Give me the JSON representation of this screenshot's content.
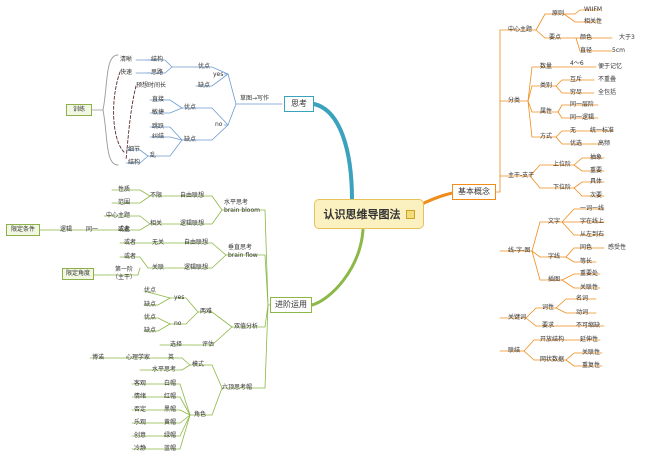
{
  "root": {
    "title": "认识思维导图法"
  },
  "branches": {
    "thinking": "思考",
    "basic": "基本概念",
    "advanced": "进阶运用"
  },
  "thinking": {
    "sketch_write": "草图→写作",
    "yes": "yes",
    "no": "no",
    "pro": "优点",
    "con": "缺点",
    "clear": "清晰",
    "structure": "结构",
    "fast": "快速",
    "idea": "思路",
    "preset": "预想时间长",
    "direct": "直接",
    "fast2": "敏捷",
    "jump": "跳跃",
    "entangle": "纠结",
    "detail": "细节",
    "messy": "乱",
    "structure2": "结构",
    "training": "训练"
  },
  "basic": {
    "center": "中心主题",
    "principle": "原则",
    "wiifm": "WIIFM",
    "relevance": "相关性",
    "key_points": "要点",
    "color": "颜色",
    "more3": "大于3",
    "diameter": "直径",
    "cm5": "5cm",
    "classify": "分类",
    "quantity": "数量",
    "range": "4～6",
    "memory": "便于记忆",
    "category": "类别",
    "mutex": "互斥",
    "no_overlap": "不重叠",
    "exhaust": "穷尽",
    "all_include": "全包括",
    "attribute": "属性",
    "same_level": "同一层阶",
    "same_logic": "同一逻辑",
    "method": "方式",
    "none": "无",
    "unify": "统一标准",
    "choose": "优选",
    "high_freq": "高频",
    "trunk": "主干-支干",
    "upper": "上位阶",
    "abstract": "抽象",
    "important": "重要",
    "lower": "下位阶",
    "concrete": "具体",
    "secondary": "次要",
    "line_word_pic": "线-字-图",
    "text": "文字",
    "one_word": "一词一线",
    "word_online": "字在线上",
    "left_right": "从左到右",
    "word_line": "字线",
    "same_color": "同色",
    "feel": "感受性",
    "equal_len": "等长",
    "illustration": "插图",
    "key_place": "重要处",
    "relate": "关联性",
    "keyword": "关键词",
    "part_speech": "词性",
    "noun": "名词",
    "verb": "动词",
    "require": "要求",
    "no_reduce": "不可缩缺",
    "connect": "联结",
    "open": "开放结构",
    "extend": "延伸性",
    "net": "网状数据",
    "relate2": "关联性",
    "repeat": "重复性"
  },
  "advanced": {
    "horizontal": "水平思考",
    "brainbloom": "brain bloom",
    "nature": "性质",
    "unlimited": "不限",
    "free_assoc": "自由联想",
    "scope": "范围",
    "related": "相关",
    "logic_assoc": "逻辑联想",
    "center_topic": "中心主题",
    "or": "或者",
    "logic": "逻辑",
    "same": "同一",
    "or2": "或此",
    "limit_cond": "限定条件",
    "vertical": "垂直思考",
    "brainflow": "brain flow",
    "or3": "或者",
    "unrelated": "无关",
    "free_assoc2": "自由联想",
    "or4": "或者",
    "relation": "关联",
    "logic_assoc2": "逻辑联想",
    "level1": "第一阶",
    "trunk": "（主干）",
    "limit_angle": "限定角度",
    "double_analysis": "双值分析",
    "pro": "优点",
    "con": "缺点",
    "yes": "yes",
    "no": "no",
    "pro2": "优点",
    "con2": "缺点",
    "both": "两难",
    "select": "选择",
    "evaluate": "评估",
    "mode": "模式",
    "bono": "博诺",
    "psychologist": "心理学家",
    "uk": "英",
    "horizontal2": "水平思考",
    "six_hats": "六顶思考帽",
    "role": "角色",
    "objective": "客观",
    "white": "白帽",
    "emotion": "情绪",
    "red": "红帽",
    "negative": "否定",
    "black": "黑帽",
    "optimistic": "乐观",
    "yellow": "黄帽",
    "creative": "创意",
    "green": "绿帽",
    "calm": "冷静",
    "blue": "蓝帽"
  },
  "colors": {
    "thinking": "#3aa2bd",
    "basic": "#ef8c1a",
    "advanced": "#8bb846",
    "twig": "#6c9bd2",
    "dash": "#5b2a2a"
  }
}
